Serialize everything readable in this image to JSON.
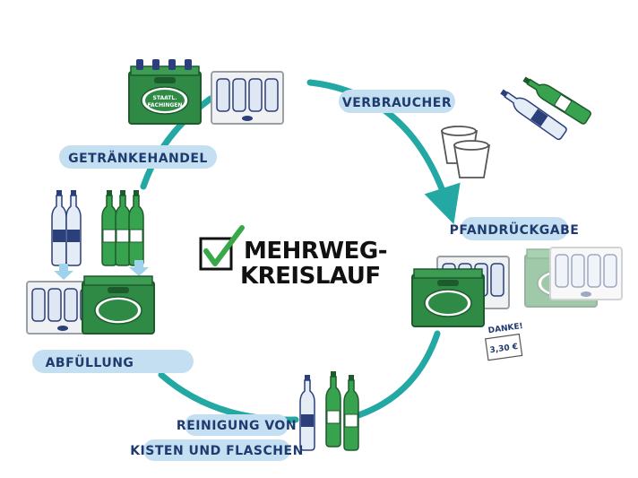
{
  "diagram": {
    "title_line1": "MEHRWEG-",
    "title_line2": "KREISLAUF",
    "stages": {
      "verbraucher": "VERBRAUCHER",
      "pfandrueckgabe": "PFANDRÜCKGABE",
      "reinigung_line1": "REINIGUNG VON",
      "reinigung_line2": "KISTEN UND FLASCHEN",
      "abfuellung": "ABFÜLLUNG",
      "getraenkehandel": "GETRÄNKEHANDEL"
    },
    "brand_line1": "STAATL.",
    "brand_line2": "FACHINGEN",
    "danke_label": "DANKE!",
    "deposit_amount": "3,30 €",
    "colors": {
      "cycle_arrow": "#23a8a4",
      "label_band": "#c5dff2",
      "crate_green": "#2f8a45",
      "crate_grey": "#f0f1f3",
      "label_text": "#1f3a6e",
      "check_green": "#38a848"
    }
  }
}
